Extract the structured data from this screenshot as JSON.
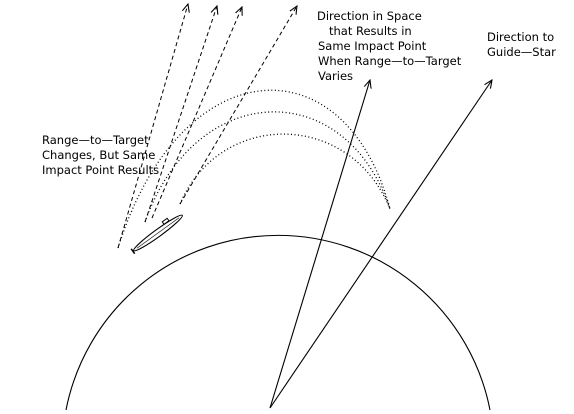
{
  "labels": {
    "range_note": [
      "Range—to—Target",
      "Changes, But Same",
      "Impact Point Results"
    ],
    "space_direction": [
      "Direction in Space",
      "that Results in",
      "Same Impact Point",
      "When Range—to—Target",
      "Varies"
    ],
    "guide_star": [
      "Direction to",
      "Guide—Star"
    ]
  },
  "colors": {
    "ink": "#000000",
    "background": "#ffffff"
  }
}
